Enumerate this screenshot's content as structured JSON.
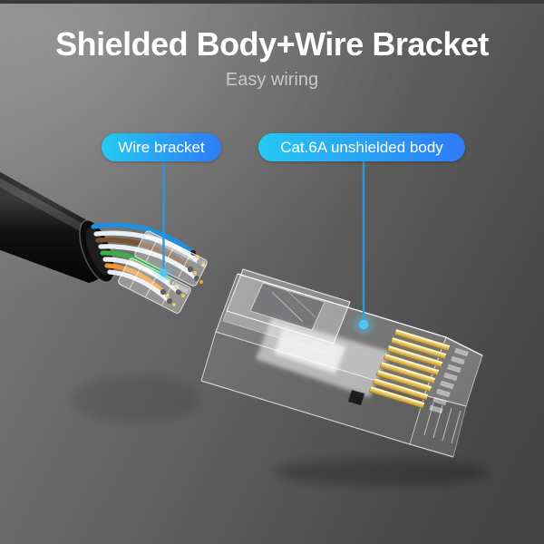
{
  "header": {
    "title": "Shielded Body+Wire Bracket",
    "subtitle": "Easy wiring"
  },
  "callouts": {
    "wire_bracket": {
      "label": "Wire bracket"
    },
    "body": {
      "label": "Cat.6A unshielded body"
    }
  },
  "colors": {
    "pill_gradient_start": "#25c9f2",
    "pill_gradient_end": "#2e7bf6",
    "callout_line": "#2f96dd",
    "callout_dot": "#4fc6f2",
    "background_light": "#828282",
    "background_dark": "#434343",
    "top_strip": "#3a3a3a",
    "title_text": "#ffffff",
    "subtitle_text": "#c9c9c9",
    "cable_jacket": "#101010",
    "gold_light": "#f7ecae",
    "gold_mid": "#e6c765",
    "gold_dark": "#b8892f",
    "copper_tip": "#d9b34a",
    "wires": [
      "#1f8fe0",
      "#e9eef2",
      "#7a5230",
      "#e9eef2",
      "#3fae49",
      "#e9eef2",
      "#f0952e",
      "#e9eef2"
    ]
  }
}
